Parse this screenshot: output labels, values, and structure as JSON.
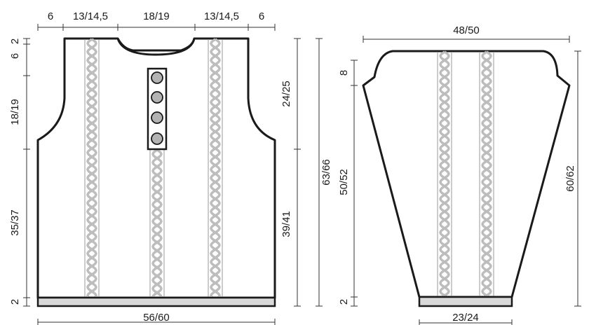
{
  "front": {
    "top_widths": [
      "6",
      "13/14,5",
      "18/19",
      "13/14,5",
      "6"
    ],
    "bottom_width": "56/60",
    "left_heights": [
      "2",
      "6",
      "18/19",
      "35/37",
      "2"
    ],
    "right_inner_heights": [
      "24/25",
      "39/41"
    ],
    "right_total_height": "63/66",
    "buttons": 4
  },
  "sleeve": {
    "top_width": "48/50",
    "bottom_width": "23/24",
    "left_heights": [
      "8",
      "50/52",
      "2"
    ],
    "right_height": "60/62"
  }
}
